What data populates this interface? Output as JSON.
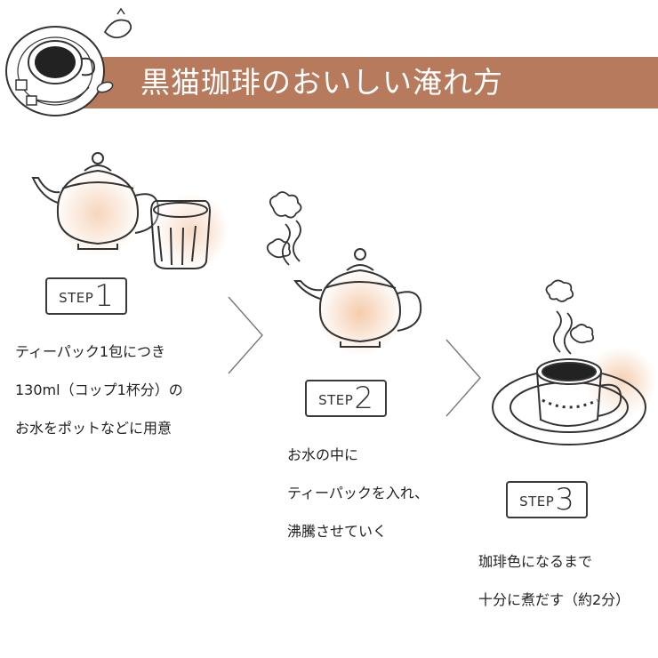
{
  "header": {
    "title": "黒猫珈琲のおいしい淹れ方"
  },
  "steps": [
    {
      "word": "STEP",
      "number": "1",
      "lines": [
        "ティーパック1包につき",
        "130ml（コップ1杯分）の",
        "お水をポットなどに用意"
      ]
    },
    {
      "word": "STEP",
      "number": "2",
      "lines": [
        "お水の中に",
        "ティーパックを入れ、",
        "沸騰させていく"
      ]
    },
    {
      "word": "STEP",
      "number": "3",
      "lines": [
        "珈琲色になるまで",
        "十分に煮だす（約2分）"
      ]
    }
  ],
  "colors": {
    "banner": "#b77a5d",
    "glow": "#f4c9a8",
    "ink": "#3a3a3a"
  },
  "icons": [
    "coffee-cup-logo-icon",
    "teapot-icon",
    "glass-icon",
    "steam-icon",
    "coffee-cup-saucer-icon",
    "chevron-right-icon"
  ]
}
